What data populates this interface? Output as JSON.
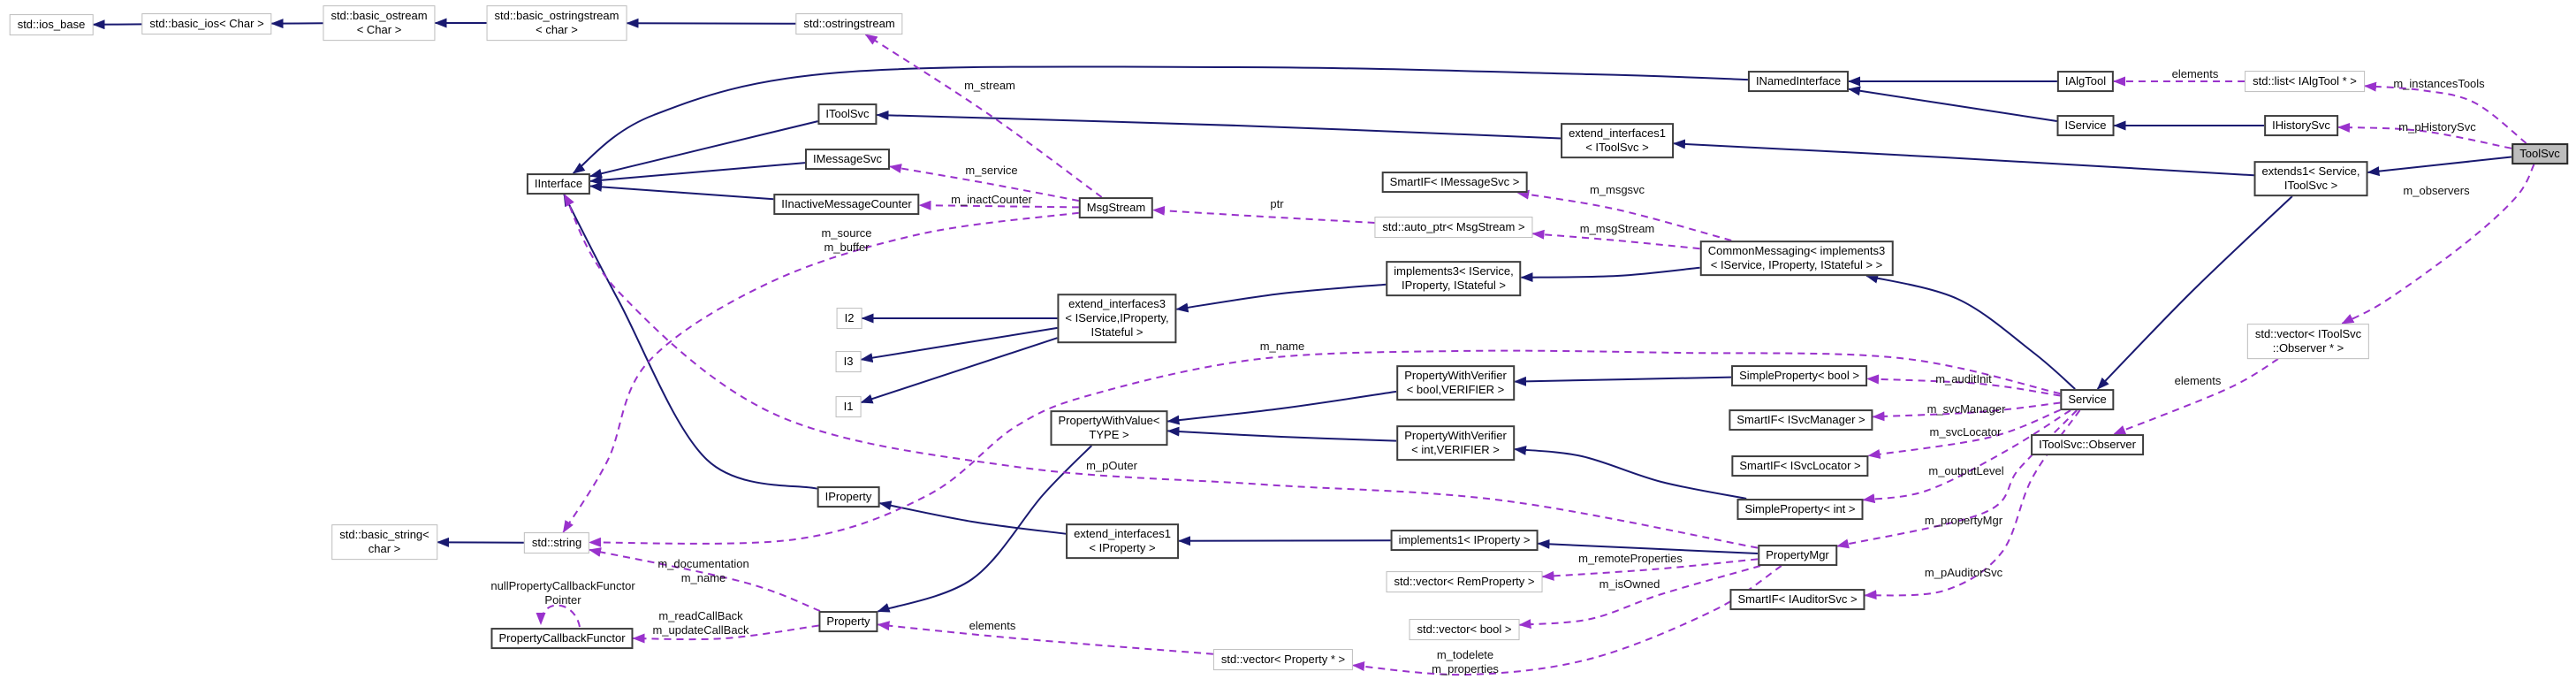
{
  "diagram": {
    "type": "collaboration-graph",
    "main_class": "ToolSvc",
    "colors": {
      "inheritance_edge": "#191970",
      "usage_edge": "#9932CC",
      "class_node_border": "#3d3d3d",
      "external_node_border": "#bdbdbd",
      "main_node_fill": "#bdbdbd",
      "background": "#ffffff"
    },
    "nodes": [
      {
        "id": "std_ios_base",
        "kind": "external",
        "label": "std::ios_base"
      },
      {
        "id": "std_basic_ios",
        "kind": "external",
        "label": "std::basic_ios< Char >"
      },
      {
        "id": "std_basic_ostream",
        "kind": "external",
        "label": "std::basic_ostream\n< Char >"
      },
      {
        "id": "std_basic_ostringstream",
        "kind": "external",
        "label": "std::basic_ostringstream\n< char >"
      },
      {
        "id": "std_ostringstream",
        "kind": "external",
        "label": "std::ostringstream"
      },
      {
        "id": "itoolsvc",
        "kind": "class",
        "label": "IToolSvc"
      },
      {
        "id": "imessagesvc",
        "kind": "class",
        "label": "IMessageSvc"
      },
      {
        "id": "iinterface",
        "kind": "class",
        "label": "IInterface"
      },
      {
        "id": "iinactivemessagecounter",
        "kind": "class",
        "label": "IInactiveMessageCounter"
      },
      {
        "id": "msgstream",
        "kind": "class",
        "label": "MsgStream"
      },
      {
        "id": "ei1_itoolsvc",
        "kind": "class",
        "label": "extend_interfaces1\n< IToolSvc >"
      },
      {
        "id": "inamedinterface",
        "kind": "class",
        "label": "INamedInterface"
      },
      {
        "id": "ialgtool",
        "kind": "class",
        "label": "IAlgTool"
      },
      {
        "id": "std_list_ialgtool",
        "kind": "external",
        "label": "std::list< IAlgTool * >"
      },
      {
        "id": "iservice",
        "kind": "class",
        "label": "IService"
      },
      {
        "id": "ihistorysvc",
        "kind": "class",
        "label": "IHistorySvc"
      },
      {
        "id": "toolsvc",
        "kind": "main",
        "label": "ToolSvc"
      },
      {
        "id": "extends1",
        "kind": "class",
        "label": "extends1< Service,\nIToolSvc >"
      },
      {
        "id": "smartif_imessagesvc",
        "kind": "class",
        "label": "SmartIF< IMessageSvc >"
      },
      {
        "id": "std_auto_ptr",
        "kind": "external",
        "label": "std::auto_ptr< MsgStream >"
      },
      {
        "id": "commonmessaging",
        "kind": "class",
        "label": "CommonMessaging< implements3\n< IService, IProperty, IStateful > >"
      },
      {
        "id": "implements3",
        "kind": "class",
        "label": "implements3< IService,\nIProperty, IStateful >"
      },
      {
        "id": "ei3",
        "kind": "class",
        "label": "extend_interfaces3\n< IService,IProperty,\nIStateful >"
      },
      {
        "id": "i2",
        "kind": "external",
        "label": "I2"
      },
      {
        "id": "i3",
        "kind": "external",
        "label": "I3"
      },
      {
        "id": "i1",
        "kind": "external",
        "label": "I1"
      },
      {
        "id": "std_vector_obs",
        "kind": "external",
        "label": "std::vector< IToolSvc\n::Observer * >"
      },
      {
        "id": "sp_bool",
        "kind": "class",
        "label": "SimpleProperty< bool >"
      },
      {
        "id": "service",
        "kind": "class",
        "label": "Service"
      },
      {
        "id": "smartif_isvcmanager",
        "kind": "class",
        "label": "SmartIF< ISvcManager >"
      },
      {
        "id": "itoolsvc_observer",
        "kind": "class",
        "label": "IToolSvc::Observer"
      },
      {
        "id": "pwv_bool",
        "kind": "class",
        "label": "PropertyWithVerifier\n< bool,VERIFIER >"
      },
      {
        "id": "pw_value",
        "kind": "class",
        "label": "PropertyWithValue<\nTYPE >"
      },
      {
        "id": "pwv_int",
        "kind": "class",
        "label": "PropertyWithVerifier\n< int,VERIFIER >"
      },
      {
        "id": "smartif_isvclocator",
        "kind": "class",
        "label": "SmartIF< ISvcLocator >"
      },
      {
        "id": "iproperty",
        "kind": "class",
        "label": "IProperty"
      },
      {
        "id": "sp_int",
        "kind": "class",
        "label": "SimpleProperty< int >"
      },
      {
        "id": "ei1_iproperty",
        "kind": "class",
        "label": "extend_interfaces1\n< IProperty >"
      },
      {
        "id": "implements1",
        "kind": "class",
        "label": "implements1< IProperty >"
      },
      {
        "id": "std_basic_string",
        "kind": "external",
        "label": "std::basic_string<\nchar >"
      },
      {
        "id": "std_string",
        "kind": "external",
        "label": "std::string"
      },
      {
        "id": "propertymgr",
        "kind": "class",
        "label": "PropertyMgr"
      },
      {
        "id": "std_vector_rem",
        "kind": "external",
        "label": "std::vector< RemProperty >"
      },
      {
        "id": "smartif_iauditorsvc",
        "kind": "class",
        "label": "SmartIF< IAuditorSvc >"
      },
      {
        "id": "std_vector_bool",
        "kind": "external",
        "label": "std::vector< bool >"
      },
      {
        "id": "property",
        "kind": "class",
        "label": "Property"
      },
      {
        "id": "pcf",
        "kind": "class",
        "label": "PropertyCallbackFunctor"
      },
      {
        "id": "std_vector_prop",
        "kind": "external",
        "label": "std::vector< Property * >"
      }
    ],
    "edges": [
      {
        "from": "std_basic_ios",
        "to": "std_ios_base",
        "kind": "inheritance"
      },
      {
        "from": "std_basic_ostream",
        "to": "std_basic_ios",
        "kind": "inheritance"
      },
      {
        "from": "std_basic_ostringstream",
        "to": "std_basic_ostream",
        "kind": "inheritance"
      },
      {
        "from": "std_ostringstream",
        "to": "std_basic_ostringstream",
        "kind": "inheritance"
      },
      {
        "from": "itoolsvc",
        "to": "iinterface",
        "kind": "inheritance"
      },
      {
        "from": "imessagesvc",
        "to": "iinterface",
        "kind": "inheritance"
      },
      {
        "from": "iinactivemessagecounter",
        "to": "iinterface",
        "kind": "inheritance"
      },
      {
        "from": "inamedinterface",
        "to": "iinterface",
        "kind": "inheritance"
      },
      {
        "from": "ei1_itoolsvc",
        "to": "itoolsvc",
        "kind": "inheritance"
      },
      {
        "from": "ialgtool",
        "to": "inamedinterface",
        "kind": "inheritance"
      },
      {
        "from": "iservice",
        "to": "inamedinterface",
        "kind": "inheritance"
      },
      {
        "from": "ihistorysvc",
        "to": "iservice",
        "kind": "inheritance"
      },
      {
        "from": "toolsvc",
        "to": "extends1",
        "kind": "inheritance"
      },
      {
        "from": "extends1",
        "to": "ei1_itoolsvc",
        "kind": "inheritance"
      },
      {
        "from": "extends1",
        "to": "service",
        "kind": "inheritance"
      },
      {
        "from": "service",
        "to": "commonmessaging",
        "kind": "inheritance"
      },
      {
        "from": "commonmessaging",
        "to": "implements3",
        "kind": "inheritance"
      },
      {
        "from": "implements3",
        "to": "ei3",
        "kind": "inheritance"
      },
      {
        "from": "ei3",
        "to": "i2",
        "kind": "inheritance"
      },
      {
        "from": "ei3",
        "to": "i3",
        "kind": "inheritance"
      },
      {
        "from": "ei3",
        "to": "i1",
        "kind": "inheritance"
      },
      {
        "from": "ei1_iproperty",
        "to": "iproperty",
        "kind": "inheritance"
      },
      {
        "from": "iproperty",
        "to": "iinterface",
        "kind": "inheritance"
      },
      {
        "from": "implements1",
        "to": "ei1_iproperty",
        "kind": "inheritance"
      },
      {
        "from": "propertymgr",
        "to": "implements1",
        "kind": "inheritance"
      },
      {
        "from": "pwv_bool",
        "to": "pw_value",
        "kind": "inheritance"
      },
      {
        "from": "pwv_int",
        "to": "pw_value",
        "kind": "inheritance"
      },
      {
        "from": "sp_bool",
        "to": "pwv_bool",
        "kind": "inheritance"
      },
      {
        "from": "sp_int",
        "to": "pwv_int",
        "kind": "inheritance"
      },
      {
        "from": "pw_value",
        "to": "property",
        "kind": "inheritance"
      },
      {
        "from": "std_string",
        "to": "std_basic_string",
        "kind": "inheritance"
      },
      {
        "from": "msgstream",
        "to": "std_ostringstream",
        "kind": "usage",
        "label": "m_stream"
      },
      {
        "from": "msgstream",
        "to": "imessagesvc",
        "kind": "usage",
        "label": "m_service"
      },
      {
        "from": "msgstream",
        "to": "iinactivemessagecounter",
        "kind": "usage",
        "label": "m_inactCounter"
      },
      {
        "from": "msgstream",
        "to": "std_string",
        "kind": "usage",
        "label": "m_source\nm_buffer"
      },
      {
        "from": "std_auto_ptr",
        "to": "msgstream",
        "kind": "usage",
        "label": "ptr"
      },
      {
        "from": "commonmessaging",
        "to": "smartif_imessagesvc",
        "kind": "usage",
        "label": "m_msgsvc"
      },
      {
        "from": "commonmessaging",
        "to": "std_auto_ptr",
        "kind": "usage",
        "label": "m_msgStream"
      },
      {
        "from": "std_list_ialgtool",
        "to": "ialgtool",
        "kind": "usage",
        "label": "elements"
      },
      {
        "from": "toolsvc",
        "to": "std_list_ialgtool",
        "kind": "usage",
        "label": "m_instancesTools"
      },
      {
        "from": "toolsvc",
        "to": "ihistorysvc",
        "kind": "usage",
        "label": "m_pHistorySvc"
      },
      {
        "from": "toolsvc",
        "to": "std_vector_obs",
        "kind": "usage",
        "label": "m_observers"
      },
      {
        "from": "std_vector_obs",
        "to": "itoolsvc_observer",
        "kind": "usage",
        "label": "elements"
      },
      {
        "from": "service",
        "to": "std_string",
        "kind": "usage",
        "label": "m_name"
      },
      {
        "from": "service",
        "to": "sp_bool",
        "kind": "usage",
        "label": "m_auditInit"
      },
      {
        "from": "service",
        "to": "smartif_isvcmanager",
        "kind": "usage",
        "label": "m_svcManager"
      },
      {
        "from": "service",
        "to": "smartif_isvclocator",
        "kind": "usage",
        "label": "m_svcLocator"
      },
      {
        "from": "service",
        "to": "sp_int",
        "kind": "usage",
        "label": "m_outputLevel"
      },
      {
        "from": "service",
        "to": "propertymgr",
        "kind": "usage",
        "label": "m_propertyMgr"
      },
      {
        "from": "service",
        "to": "smartif_iauditorsvc",
        "kind": "usage",
        "label": "m_pAuditorSvc"
      },
      {
        "from": "propertymgr",
        "to": "iinterface",
        "kind": "usage",
        "label": "m_pOuter"
      },
      {
        "from": "propertymgr",
        "to": "std_vector_rem",
        "kind": "usage",
        "label": "m_remoteProperties"
      },
      {
        "from": "propertymgr",
        "to": "std_vector_bool",
        "kind": "usage",
        "label": "m_isOwned"
      },
      {
        "from": "propertymgr",
        "to": "std_vector_prop",
        "kind": "usage",
        "label": "m_todelete\nm_properties"
      },
      {
        "from": "std_vector_prop",
        "to": "property",
        "kind": "usage",
        "label": "elements"
      },
      {
        "from": "property",
        "to": "std_string",
        "kind": "usage",
        "label": "m_documentation\nm_name"
      },
      {
        "from": "property",
        "to": "pcf",
        "kind": "usage",
        "label": "m_readCallBack\nm_updateCallBack"
      },
      {
        "from": "pcf",
        "to": "pcf",
        "kind": "usage",
        "label": "nullPropertyCallbackFunctor\nPointer"
      }
    ]
  }
}
